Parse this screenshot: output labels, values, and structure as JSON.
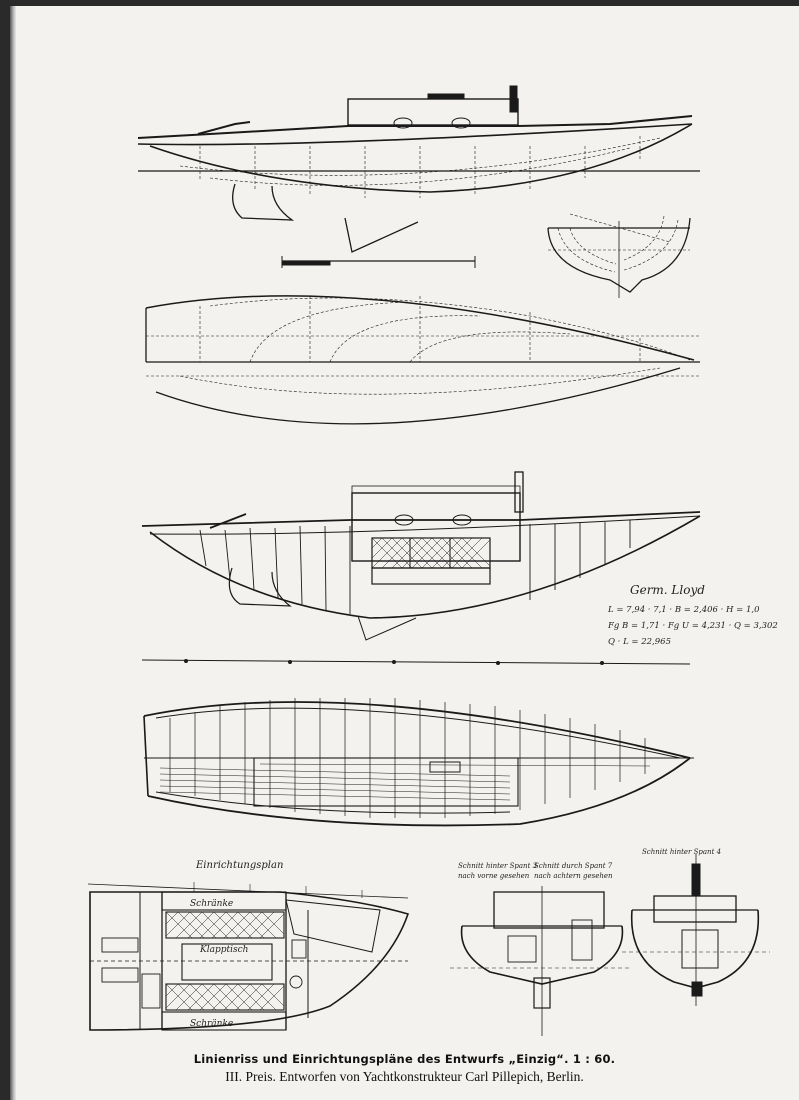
{
  "captions": {
    "line1": "Linienriss und Einrichtungspläne des Entwurfs „Einzig“.  1 : 60.",
    "line2": "III. Preis.  Entworfen von Yachtkonstrukteur Carl Pillepich, Berlin."
  },
  "notes": {
    "lloyd_title": "Germ. Lloyd",
    "lloyd_line1": "L = 7,94 · 7,1 · B = 2,406 · H = 1,0",
    "lloyd_line2": "Fg B = 1,71 · Fg U = 4,231 · Q = 3,302",
    "lloyd_line3": "Q · L = 22,965",
    "plan_title": "Einrichtungsplan",
    "schrank": "Schränke",
    "klapptisch": "Klapptisch",
    "section7_title": "Schnitt durch Spant 7",
    "section7_sub": "nach achtern gesehen",
    "section4_title": "Schnitt hinter Spant 4",
    "section3_title": "Schnitt hinter Spant 3",
    "section3_sub": "nach vorne gesehen"
  }
}
